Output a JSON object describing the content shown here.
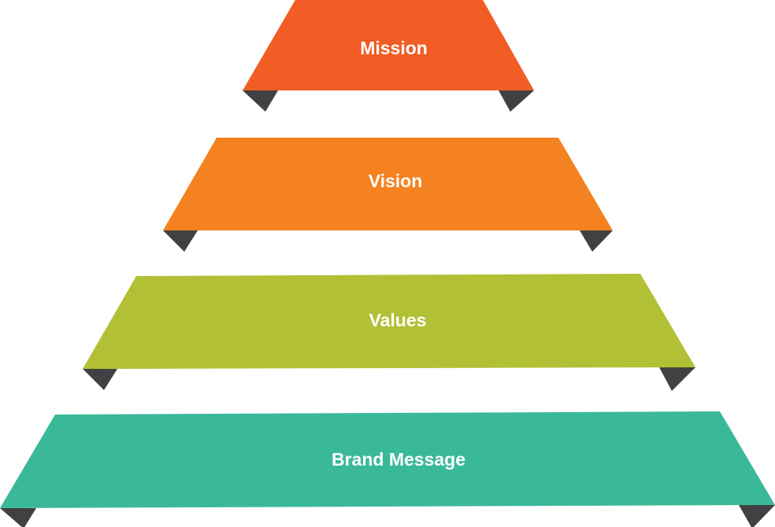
{
  "diagram": {
    "type": "pyramid",
    "fold_color": "#414042",
    "levels": [
      {
        "label": "Mission",
        "color": "#F15D24"
      },
      {
        "label": "Vision",
        "color": "#F58220"
      },
      {
        "label": "Values",
        "color": "#B2C035"
      },
      {
        "label": "Brand Message",
        "color": "#3AB999"
      }
    ]
  }
}
